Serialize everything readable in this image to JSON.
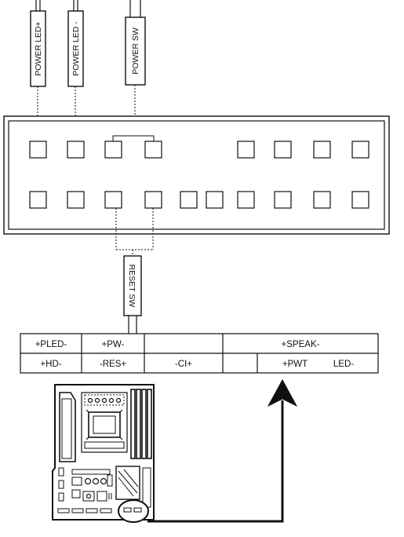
{
  "cables": {
    "power_led_plus": "POWER LED+",
    "power_led_minus": "POWER LED -",
    "power_sw": "POWER SW",
    "reset_sw": "RESET SW"
  },
  "pin_table": {
    "row1": {
      "c1": "+PLED-",
      "c2": "+PW-",
      "c3": "",
      "c4": "+SPEAK-"
    },
    "row2": {
      "c1": "+HD-",
      "c2": "-RES+",
      "c3": "-CI+",
      "c4": "+PWT",
      "c5": "LED-"
    }
  },
  "colors": {
    "line": "#111111",
    "background": "#ffffff"
  }
}
